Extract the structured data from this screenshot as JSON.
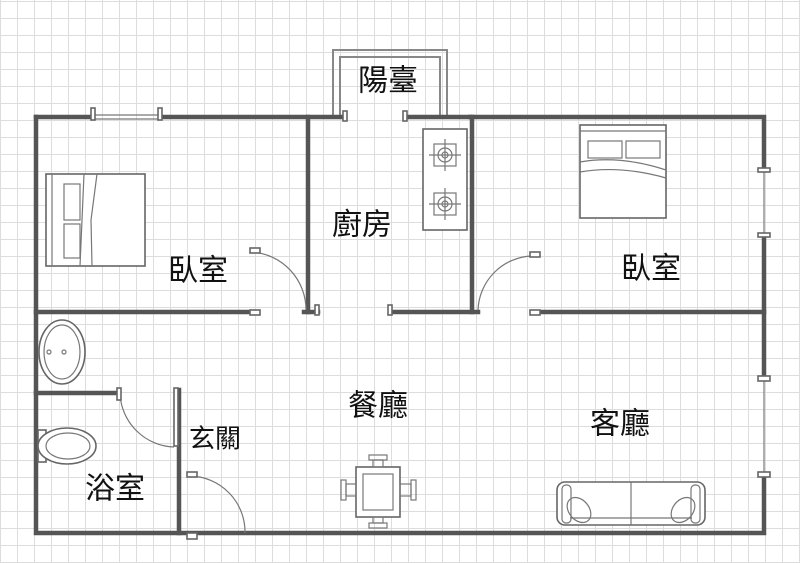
{
  "rooms": {
    "balcony": "陽臺",
    "kitchen": "廚房",
    "bedroom_left": "臥室",
    "bedroom_right": "臥室",
    "dining": "餐廳",
    "living": "客廳",
    "entrance": "玄關",
    "bathroom": "浴室"
  },
  "colors": {
    "wall": "#555555",
    "grid": "#dddddd"
  }
}
